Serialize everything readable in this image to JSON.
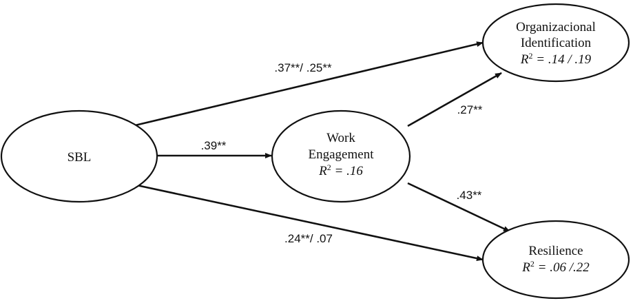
{
  "nodes": {
    "sbl": {
      "label": "SBL"
    },
    "work_engagement": {
      "line1": "Work",
      "line2": "Engagement",
      "r2_prefix": "R",
      "r2_sup": "2",
      "r2_value": " = .16"
    },
    "org_identification": {
      "line1": "Organizacional",
      "line2": "Identification",
      "r2_prefix": "R",
      "r2_sup": "2",
      "r2_value": " = .14 / .19"
    },
    "resilience": {
      "line1": "Resilience",
      "r2_prefix": "R",
      "r2_sup": "2",
      "r2_value": " = .06 /.22"
    }
  },
  "edges": {
    "sbl_to_org": ".37**/ .25**",
    "sbl_to_we": ".39**",
    "sbl_to_res": ".24**/ .07",
    "we_to_org": ".27**",
    "we_to_res": ".43**"
  },
  "colors": {
    "stroke": "#111111",
    "background": "#ffffff"
  }
}
